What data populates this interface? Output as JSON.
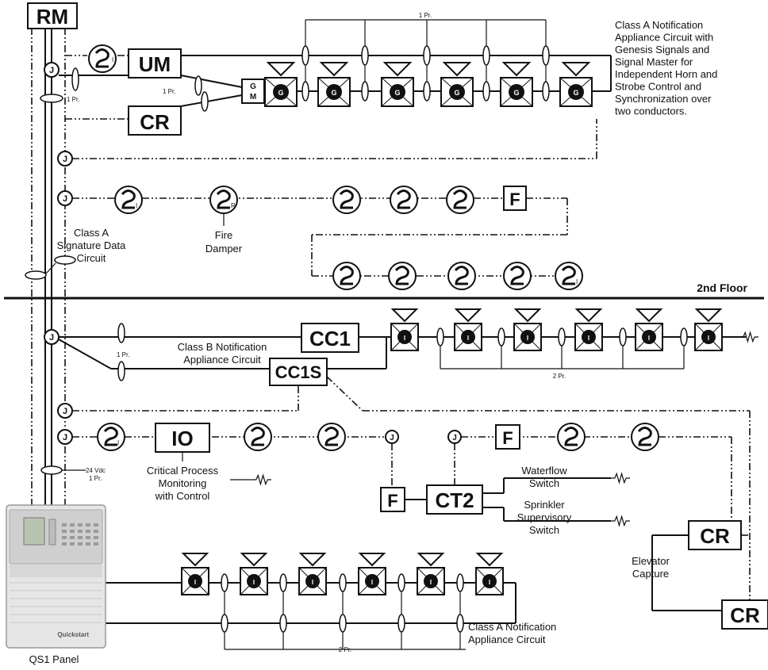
{
  "labels": {
    "rm": "RM",
    "um": "UM",
    "cr_top": "CR",
    "gm": "G\nM",
    "cc1": "CC1",
    "cc1s": "CC1S",
    "io": "IO",
    "ct2": "CT2",
    "f": "F",
    "cr_right_upper": "CR",
    "cr_right_lower": "CR",
    "j": "J",
    "g": "G",
    "i": "I",
    "one_pr": "1 Pr.",
    "two_pr": "2 Pr.",
    "vdc_24": "24 Vdc",
    "vdc_1pr": "1 Pr."
  },
  "notes": {
    "class_a_genesis": [
      "Class A Notification",
      "Appliance Circuit with",
      "Genesis Signals and",
      "Signal Master for",
      "Independent Horn and",
      "Strobe Control and",
      "Synchronization over",
      "two conductors."
    ],
    "signature_data": [
      "Class A",
      "Signature Data",
      "Circuit"
    ],
    "fire_damper": [
      "Fire",
      "Damper"
    ],
    "floor": "2nd Floor",
    "class_b": [
      "Class B Notification",
      "Appliance Circuit"
    ],
    "critical": [
      "Critical Process",
      "Monitoring",
      "with Control"
    ],
    "waterflow": [
      "Waterflow",
      "Switch"
    ],
    "sprinkler": [
      "Sprinkler",
      "Supervisory",
      "Switch"
    ],
    "elevator": [
      "Elevator",
      "Capture"
    ],
    "class_a_bottom": [
      "Class A Notification",
      "Appliance Circuit"
    ],
    "panel": "QS1 Panel"
  },
  "panel_brand": "Quickstart"
}
